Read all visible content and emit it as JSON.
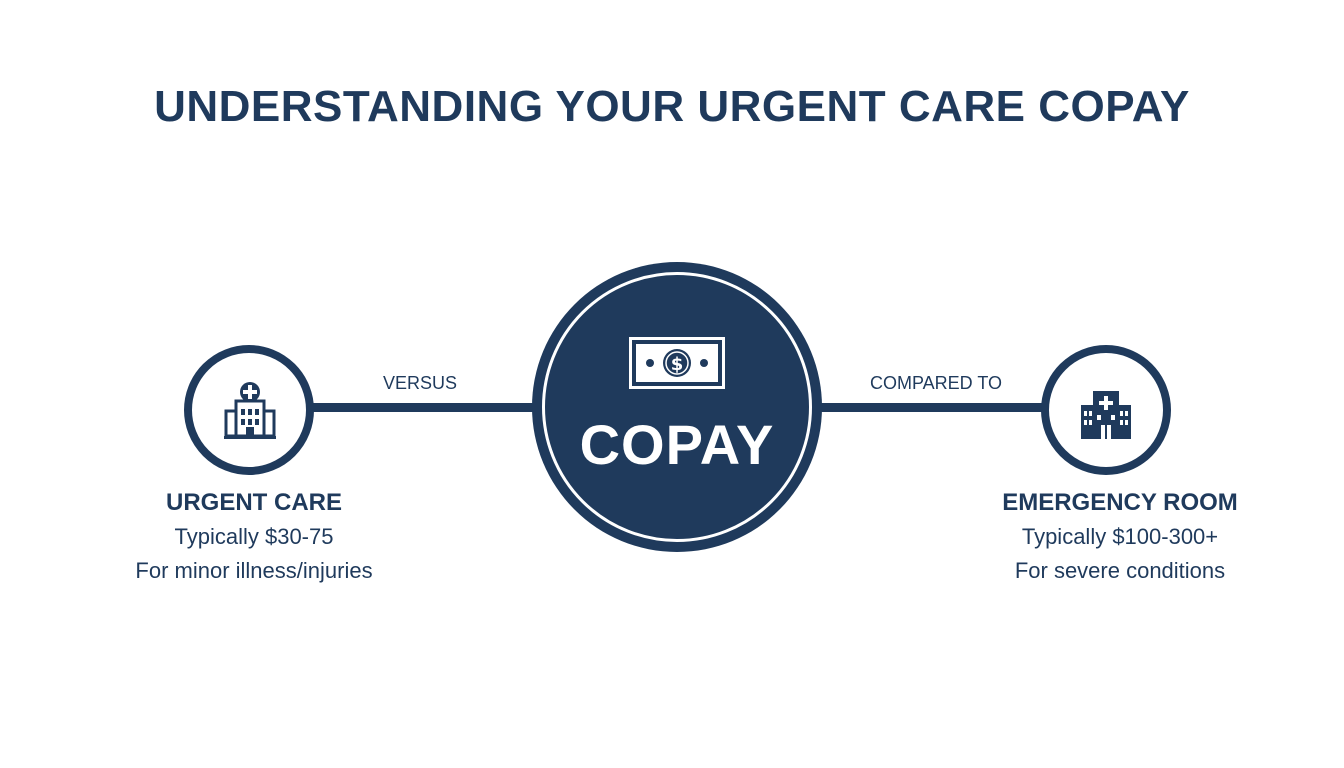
{
  "title": "UNDERSTANDING YOUR URGENT CARE COPAY",
  "center": {
    "label": "COPAY",
    "icon": "dollar-bill-icon"
  },
  "connectors": {
    "left_label": "VERSUS",
    "right_label": "COMPARED TO"
  },
  "left": {
    "icon": "urgent-care-clinic-icon",
    "title": "URGENT CARE",
    "cost": "Typically $30-75",
    "note": "For minor illness/injuries"
  },
  "right": {
    "icon": "hospital-building-icon",
    "title": "EMERGENCY ROOM",
    "cost": "Typically $100-300+",
    "note": "For severe conditions"
  },
  "colors": {
    "primary": "#1f3a5c",
    "background": "#ffffff"
  }
}
